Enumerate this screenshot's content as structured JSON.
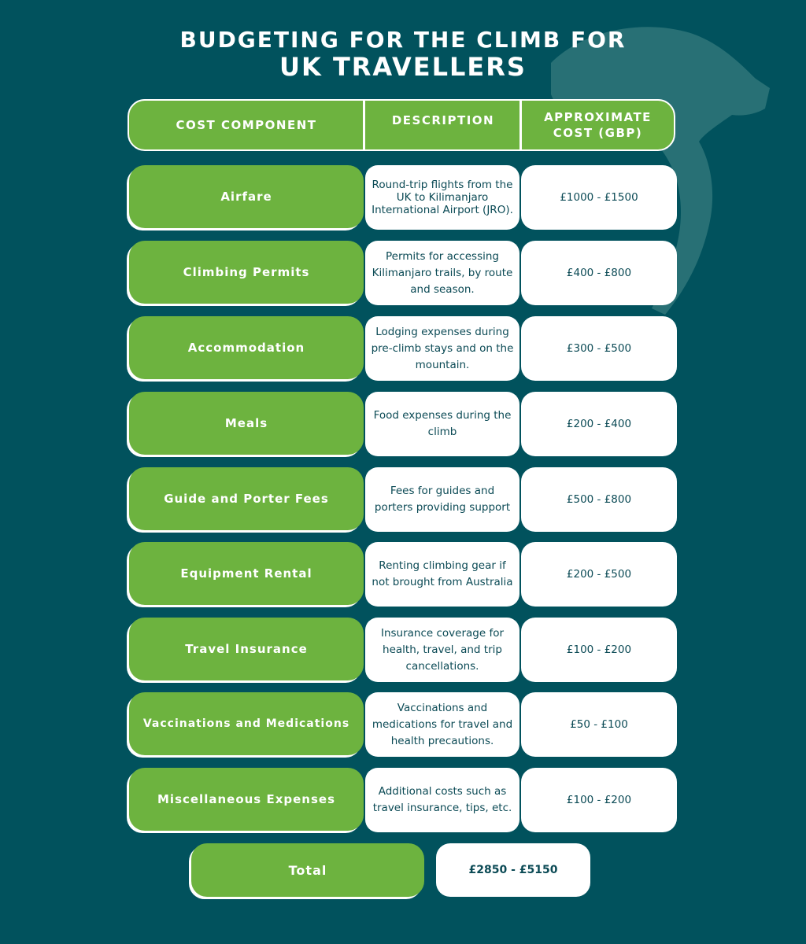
{
  "title": {
    "line1": "BUDGETING FOR THE CLIMB FOR",
    "line2": "UK TRAVELLERS"
  },
  "header": {
    "col1": "COST COMPONENT",
    "col2": "DESCRIPTION",
    "col3_line1": "APPROXIMATE",
    "col3_line2": "COST (GBP)"
  },
  "rows": [
    {
      "component": "Airfare",
      "description": "Round-trip flights from the UK to Kilimanjaro International Airport (JRO).",
      "cost": "£1000 - £1500"
    },
    {
      "component": "Climbing Permits",
      "description": "Permits for accessing Kilimanjaro trails, by route and season.",
      "cost": "£400 - £800"
    },
    {
      "component": "Accommodation",
      "description": "Lodging expenses during pre-climb stays and on the mountain.",
      "cost": "£300 - £500"
    },
    {
      "component": "Meals",
      "description": "Food expenses during the climb",
      "cost": "£200 - £400"
    },
    {
      "component": "Guide and Porter Fees",
      "description": "Fees for guides and porters providing support",
      "cost": "£500 - £800"
    },
    {
      "component": "Equipment Rental",
      "description": "Renting climbing gear if not brought from Australia",
      "cost": "£200 - £500"
    },
    {
      "component": "Travel Insurance",
      "description": "Insurance coverage for health, travel, and trip cancellations.",
      "cost": "£100 - £200"
    },
    {
      "component": "Vaccinations and Medications",
      "description": "Vaccinations and medications for travel and health precautions.",
      "cost": "£50 - £100"
    },
    {
      "component": "Miscellaneous Expenses",
      "description": "Additional costs such as travel insurance, tips, etc.",
      "cost": "£100 - £200"
    }
  ],
  "total": {
    "label": "Total",
    "value": "£2850 - £5150"
  },
  "colors": {
    "background": "#01525d",
    "green": "#6db33f",
    "text_dark": "#0b4a55"
  },
  "decorations": {
    "watermark": "leopard-silhouette-icon"
  }
}
